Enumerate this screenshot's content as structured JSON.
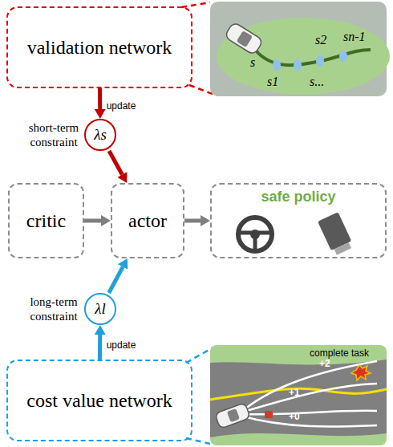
{
  "diagram": {
    "nodes": [
      {
        "text": [
          "validation network"
        ]
      },
      {
        "text": [
          "λs"
        ]
      },
      {
        "text": [
          "critic"
        ]
      },
      {
        "text": [
          "actor"
        ]
      },
      {
        "text": [
          "safe policy"
        ]
      },
      {
        "text": [
          "λl"
        ]
      },
      {
        "text": [
          "cost value network"
        ]
      }
    ],
    "edges": [
      {
        "from": 0,
        "to": 1,
        "arrow": "to",
        "label": "update"
      },
      {
        "from": 1,
        "to": 3,
        "arrow": "to"
      },
      {
        "from": 2,
        "to": 3,
        "arrow": "to"
      },
      {
        "from": 3,
        "to": 4,
        "arrow": "to"
      },
      {
        "from": 6,
        "to": 5,
        "arrow": "to",
        "label": "update"
      },
      {
        "from": 5,
        "to": 3,
        "arrow": "to"
      }
    ],
    "labels": [
      "s",
      "s1",
      "s2",
      "s...",
      "sn-1",
      "short-term constraint",
      "long-term constraint",
      "complete task",
      "+2",
      "+1",
      "+0"
    ]
  }
}
